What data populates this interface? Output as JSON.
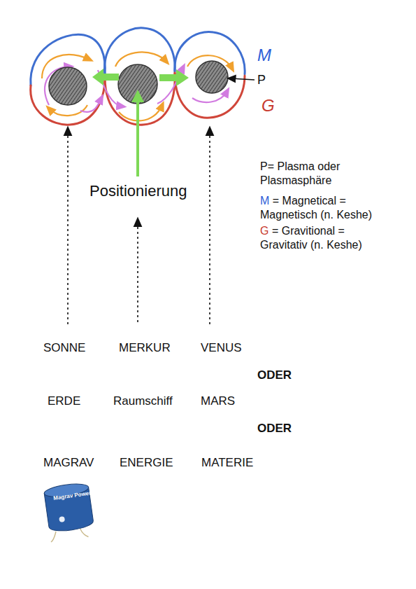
{
  "diagram": {
    "labels": [
      "M",
      "P",
      "G",
      "P= Plasma oder Plasmasphäre",
      "M = Magnetical = Magnetisch (n. Keshe)",
      "G = Gravitional = Gravitativ (n. Keshe)",
      "Positionierung",
      "SONNE",
      "MERKUR",
      "VENUS",
      "ODER",
      "ERDE",
      "Raumschiff",
      "MARS",
      "ODER",
      "MAGRAV",
      "ENERGIE",
      "MATERIE",
      "Magrav Power"
    ]
  }
}
